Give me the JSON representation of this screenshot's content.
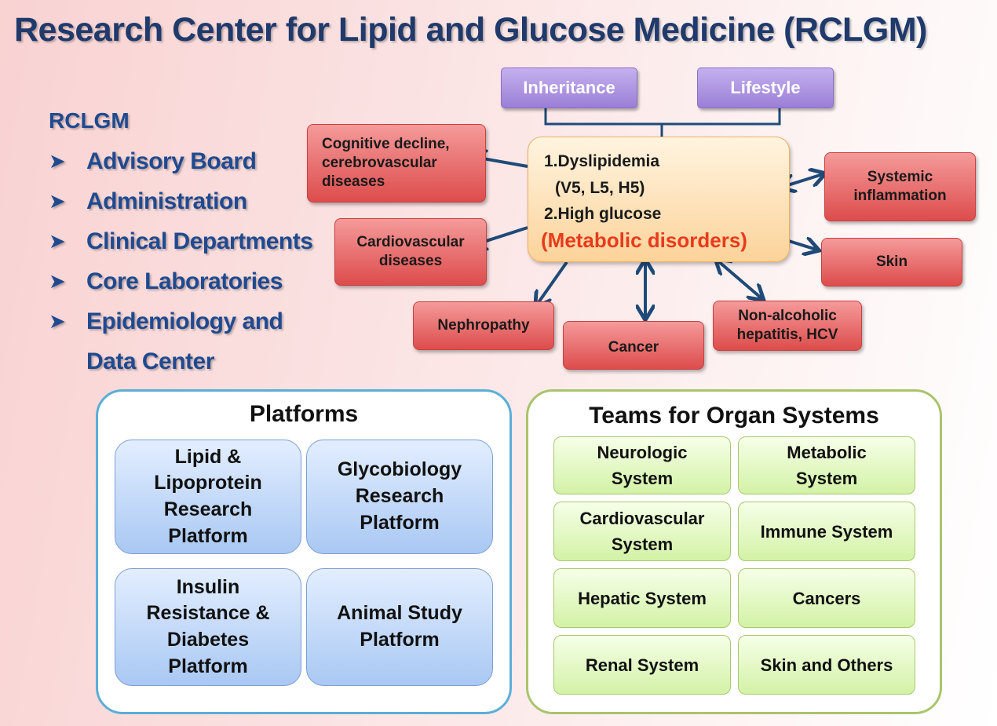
{
  "title": "Research Center for Lipid and Glucose Medicine (RCLGM)",
  "org": {
    "heading": "RCLGM",
    "items": [
      "Advisory Board",
      "Administration",
      "Clinical Departments",
      "Core Laboratories",
      "Epidemiology and"
    ],
    "continuation": "Data Center",
    "bullet_glyph": "➤"
  },
  "causes": [
    "Inheritance",
    "Lifestyle"
  ],
  "center": {
    "line1": "1.Dyslipidemia",
    "line2": "(V5, L5, H5)",
    "line3": "2.High glucose",
    "line4": "(Metabolic disorders)"
  },
  "outcomes": {
    "cognitive": [
      "Cognitive decline,",
      "cerebrovascular",
      "diseases"
    ],
    "cardio": [
      "Cardiovascular",
      "diseases"
    ],
    "nephropathy": "Nephropathy",
    "cancer": "Cancer",
    "hepatitis": [
      "Non-alcoholic",
      "hepatitis, HCV"
    ],
    "skin": "Skin",
    "systemic": [
      "Systemic",
      "inflammation"
    ]
  },
  "platforms": {
    "title": "Platforms",
    "items": [
      [
        "Lipid &",
        "Lipoprotein",
        "Research",
        "Platform"
      ],
      [
        "Glycobiology",
        "Research",
        "Platform"
      ],
      [
        "Insulin",
        "Resistance &",
        "Diabetes",
        "Platform"
      ],
      [
        "Animal Study",
        "Platform"
      ]
    ]
  },
  "teams": {
    "title": "Teams for Organ Systems",
    "items": [
      [
        "Neurologic",
        "System"
      ],
      [
        "Metabolic",
        "System"
      ],
      [
        "Cardiovascular",
        "System"
      ],
      [
        "Immune System"
      ],
      [
        "Hepatic System"
      ],
      [
        "Cancers"
      ],
      [
        "Renal System"
      ],
      [
        "Skin and Others"
      ]
    ]
  },
  "colors": {
    "title": "#1f3a6b",
    "org": "#1f4a90",
    "arrow": "#1f4a78",
    "metabolic": "#e83a1c"
  }
}
